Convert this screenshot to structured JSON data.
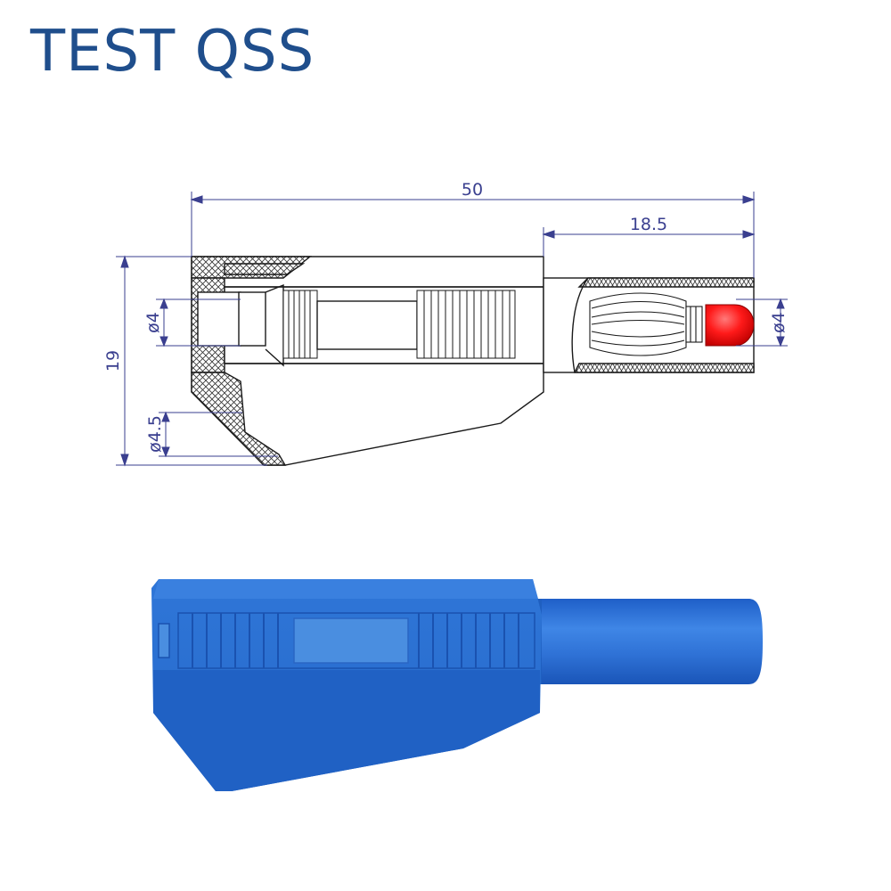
{
  "brand": {
    "name": "TEST QSS",
    "color": "#1f4e8c"
  },
  "drawing": {
    "dimensions": {
      "overall_length": "50",
      "pin_length": "18.5",
      "body_height": "19",
      "socket_diameter": "ø4",
      "cable_diameter": "ø4.5",
      "pin_diameter": "ø4"
    },
    "line_color": "#1a1a1a",
    "dimension_color": "#3a3f8f",
    "tip_color": "#ff1a1a"
  },
  "product": {
    "body_color": "#2a6fd0",
    "body_dark": "#1f5fc0",
    "body_light": "#4a8ee0"
  }
}
